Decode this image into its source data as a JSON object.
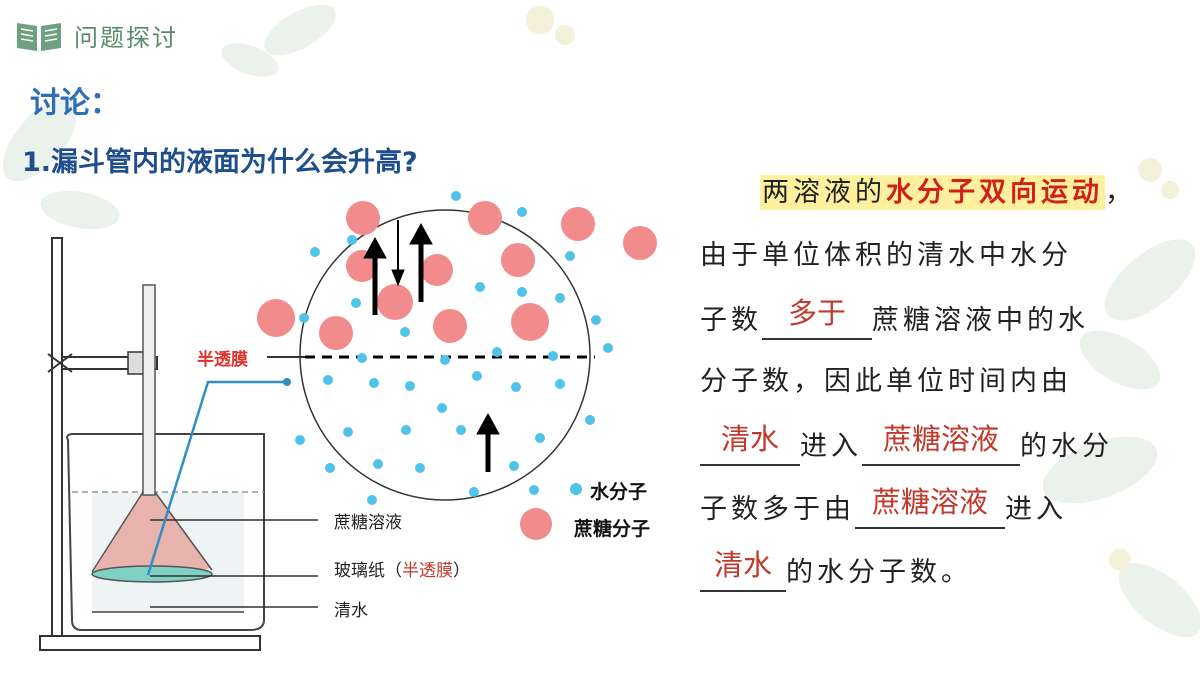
{
  "header": {
    "title": "问题探讨"
  },
  "discuss_title": "讨论：",
  "question": "1.漏斗管内的液面为什么会升高?",
  "diagram": {
    "membrane_label": "半透膜",
    "labels": {
      "sucrose_solution": "蔗糖溶液",
      "cellophane": "玻璃纸（",
      "cellophane_red": "半透膜",
      "cellophane_close": "）",
      "water": "清水"
    },
    "legend": {
      "water_molecule": "水分子",
      "sucrose_molecule": "蔗糖分子"
    },
    "colors": {
      "water": "#4fc3ea",
      "sucrose": "#f28b8b",
      "funnel": "#e8a7a0",
      "water_layer": "#7fd1c4"
    }
  },
  "answer": {
    "line1_pre": "两溶液的",
    "line1_red": "水分子双向运动",
    "line1_post": "，",
    "line2": "由于单位体积的清水中水分",
    "line3_pre": "子数",
    "blank1": "多于",
    "line3_post": "蔗糖溶液中的水",
    "line4": "分子数，因此单位时间内由",
    "blank2": "清水",
    "line5_mid": "进入",
    "blank3": "蔗糖溶液",
    "line5_post": "的水分",
    "line6_pre": "子数多于由",
    "blank4": "蔗糖溶液",
    "line6_post": "进入",
    "blank5": "清水",
    "line7_post": "的水分子数。"
  }
}
